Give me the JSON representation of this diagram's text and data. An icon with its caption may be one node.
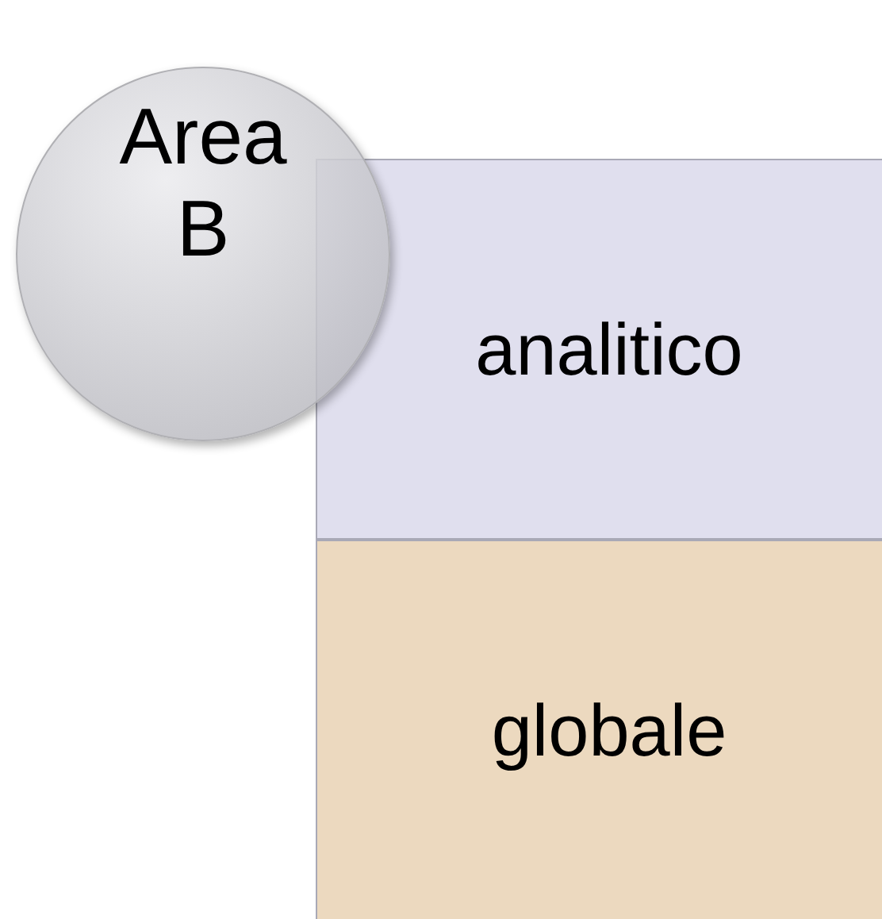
{
  "diagram": {
    "nodes": [
      {
        "text": [
          "Area B"
        ]
      },
      {
        "text": [
          "analitico"
        ]
      },
      {
        "text": [
          "globale"
        ]
      }
    ]
  }
}
